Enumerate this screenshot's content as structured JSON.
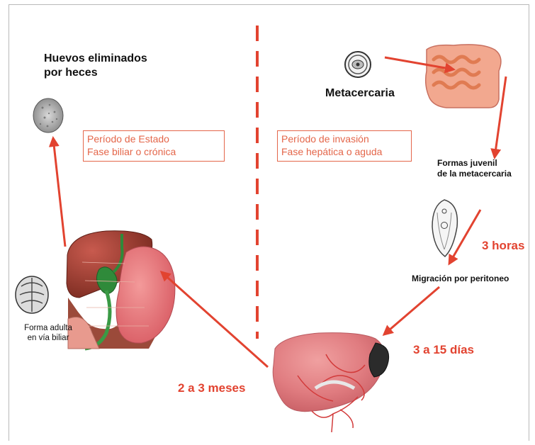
{
  "labels": {
    "eggs_line1": "Huevos eliminados",
    "eggs_line2": "por heces",
    "metacercaria": "Metacercaria",
    "juvenile_line1": "Formas juvenil",
    "juvenile_line2": "de la metacercaria",
    "migration": "Migración por peritoneo",
    "adult_line1": "Forma adulta",
    "adult_line2": "en vía biliar"
  },
  "phases": {
    "left_line1": "Período de Estado",
    "left_line2": "Fase biliar o crónica",
    "right_line1": "Período de invasión",
    "right_line2": "Fase hepática o aguda"
  },
  "durations": {
    "three_hours": "3 horas",
    "three_to_fifteen_days": "3 a 15 días",
    "two_to_three_months": "2 a 3 meses"
  },
  "colors": {
    "arrow": "#e24330",
    "box_border": "#e4664a",
    "divider": "#e24330"
  }
}
